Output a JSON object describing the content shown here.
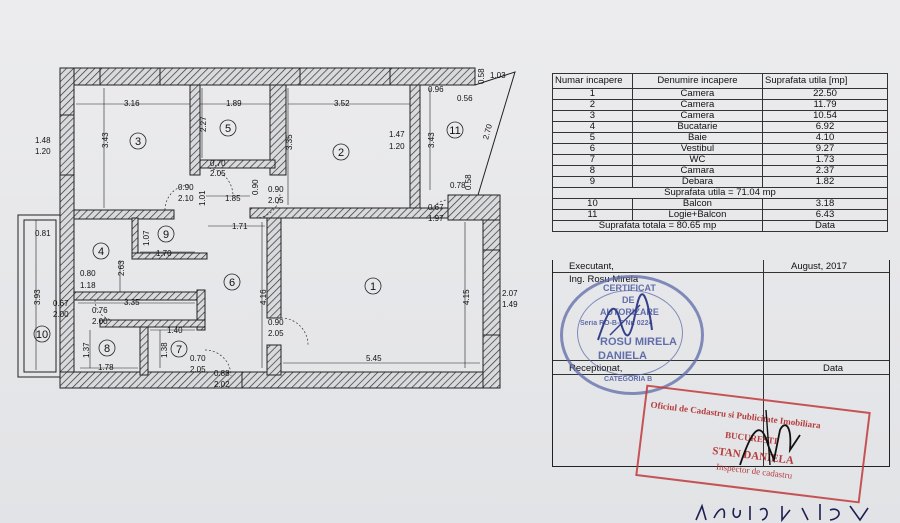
{
  "table": {
    "headers": [
      "Numar incapere",
      "Denumire incapere",
      "Suprafata utila [mp]"
    ],
    "rooms": [
      {
        "num": "1",
        "name": "Camera",
        "area": "22.50"
      },
      {
        "num": "2",
        "name": "Camera",
        "area": "11.79"
      },
      {
        "num": "3",
        "name": "Camera",
        "area": "10.54"
      },
      {
        "num": "4",
        "name": "Bucatarie",
        "area": "6.92"
      },
      {
        "num": "5",
        "name": "Baie",
        "area": "4.10"
      },
      {
        "num": "6",
        "name": "Vestibul",
        "area": "9.27"
      },
      {
        "num": "7",
        "name": "WC",
        "area": "1.73"
      },
      {
        "num": "8",
        "name": "Camara",
        "area": "2.37"
      },
      {
        "num": "9",
        "name": "Debara",
        "area": "1.82"
      }
    ],
    "useful_total": "Suprafata utila = 71.04 mp",
    "extras": [
      {
        "num": "10",
        "name": "Balcon",
        "area": "3.18"
      },
      {
        "num": "11",
        "name": "Logie+Balcon",
        "area": "6.43"
      }
    ],
    "grand_total": "Suprafata totala = 80.65 mp",
    "data_label": "Data"
  },
  "signatures": {
    "executant_label": "Executant,",
    "executant_name": "Ing. Rosu Mirela",
    "executant_date": "August, 2017",
    "receptionat_label": "Receptionat,",
    "receptionat_date": "Data"
  },
  "stamps": {
    "round_lines": [
      "CERTIFICAT",
      "DE",
      "AUTORIZARE",
      "Seria RO-B-F Nr. 0224",
      "ROSU MIRELA",
      "DANIELA",
      "CATEGORIA B"
    ],
    "red_lines": [
      "Oficiul de Cadastru si Publicitate Imobiliara",
      "BUCURESTI",
      "STAN DANIELA",
      "Inspector de cadastru"
    ]
  },
  "plan": {
    "room_numbers": [
      "1",
      "2",
      "3",
      "4",
      "5",
      "6",
      "7",
      "8",
      "9",
      "10",
      "11"
    ],
    "dims": {
      "d316": "3.16",
      "d189": "1.89",
      "d352": "3.52",
      "d343a": "3.43",
      "d227": "2.27",
      "d335a": "3.35",
      "d147": "1.47",
      "d120a": "1.20",
      "d343b": "3.43",
      "d096": "0.96",
      "d056": "0.56",
      "d058a": "0.58",
      "d103": "1.03",
      "d270": "2.70",
      "d148": "1.48",
      "d120b": "1.20",
      "d070a": "0.70",
      "d205a": "2.05",
      "d090a": "0.90",
      "d210": "2.10",
      "d101": "1.01",
      "d185": "1.85",
      "d090b": "0.90",
      "d090c": "0.90",
      "d205b": "2.05",
      "d078": "0.78",
      "d058b": "0.58",
      "d067": "0.67",
      "d197": "1.97",
      "d081": "0.81",
      "d107": "1.07",
      "d171": "1.71",
      "d170": "1.70",
      "d080": "0.80",
      "d118": "1.18",
      "d263": "2.63",
      "d393": "3.93",
      "d067b": "0.67",
      "d200a": "2.00",
      "d076": "0.76",
      "d200b": "2.00",
      "d335b": "3.35",
      "d416": "4.16",
      "d415": "4.15",
      "d207": "2.07",
      "d149": "1.49",
      "d090d": "0.90",
      "d205c": "2.05",
      "d140": "1.40",
      "d137": "1.37",
      "d138": "1.38",
      "d178": "1.78",
      "d070b": "0.70",
      "d205d": "2.05",
      "d088": "0.88",
      "d202": "2.02",
      "d545": "5.45"
    }
  },
  "colors": {
    "ink": "#111111",
    "stamp_blue": "#4a58a0",
    "stamp_red": "#b12a2a"
  }
}
